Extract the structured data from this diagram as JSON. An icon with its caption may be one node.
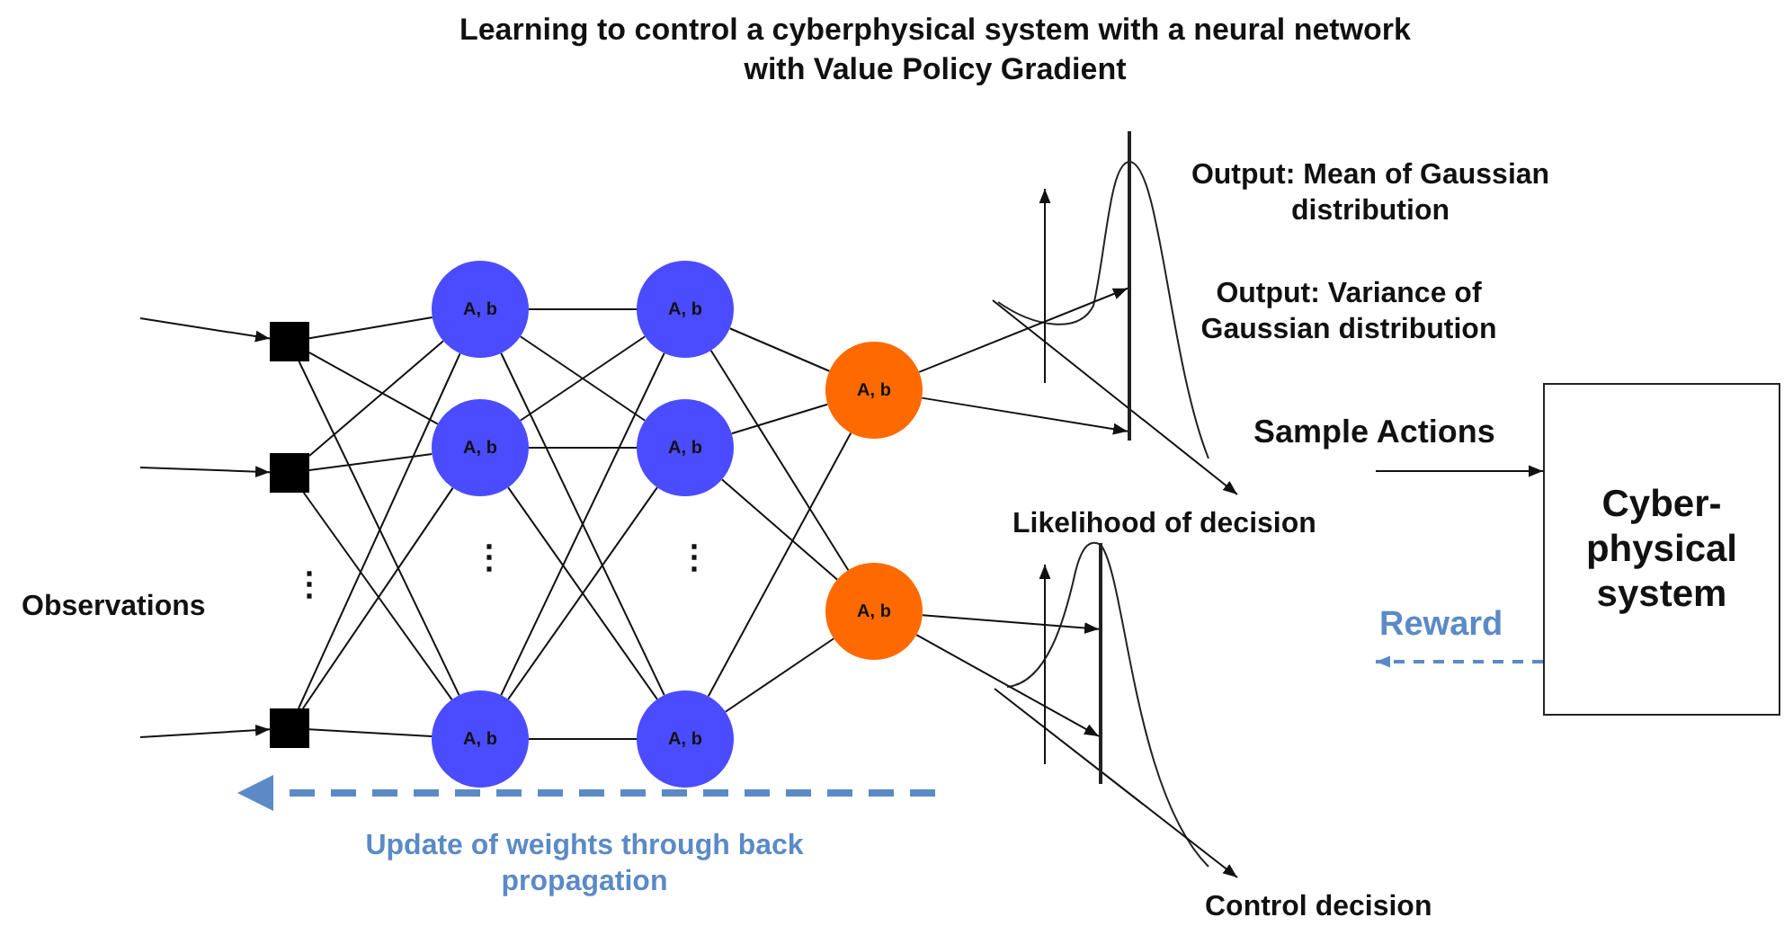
{
  "diagram": {
    "title": "Learning to control a cyberphysical system with a neural network with Value Policy Gradient",
    "nodes": [
      {
        "text": [],
        "shape": "box"
      },
      {
        "text": [],
        "shape": "box"
      },
      {
        "text": [],
        "shape": "box"
      },
      {
        "text": [
          "A, b"
        ]
      },
      {
        "text": [
          "A, b"
        ]
      },
      {
        "text": [
          "A, b"
        ]
      },
      {
        "text": [
          "A, b"
        ]
      },
      {
        "text": [
          "A, b"
        ]
      },
      {
        "text": [
          "A, b"
        ]
      },
      {
        "text": [
          "A, b"
        ]
      },
      {
        "text": [
          "A, b"
        ]
      },
      {
        "text": [
          "Cyber-physical system"
        ]
      },
      {
        "text": [],
        "shape": "bar"
      },
      {
        "text": [],
        "shape": "bar"
      }
    ],
    "edges": [
      {
        "from": null,
        "to": 0,
        "arrow": "to"
      },
      {
        "from": null,
        "to": 1,
        "arrow": "to"
      },
      {
        "from": null,
        "to": 2,
        "arrow": "to"
      },
      {
        "from": 0,
        "to": 3,
        "arrow": "none"
      },
      {
        "from": 0,
        "to": 4,
        "arrow": "none"
      },
      {
        "from": 0,
        "to": 5,
        "arrow": "none"
      },
      {
        "from": 1,
        "to": 3,
        "arrow": "none"
      },
      {
        "from": 1,
        "to": 4,
        "arrow": "none"
      },
      {
        "from": 1,
        "to": 5,
        "arrow": "none"
      },
      {
        "from": 2,
        "to": 3,
        "arrow": "none"
      },
      {
        "from": 2,
        "to": 4,
        "arrow": "none"
      },
      {
        "from": 2,
        "to": 5,
        "arrow": "none"
      },
      {
        "from": 3,
        "to": 6,
        "arrow": "none"
      },
      {
        "from": 3,
        "to": 7,
        "arrow": "none"
      },
      {
        "from": 3,
        "to": 8,
        "arrow": "none"
      },
      {
        "from": 4,
        "to": 6,
        "arrow": "none"
      },
      {
        "from": 4,
        "to": 7,
        "arrow": "none"
      },
      {
        "from": 4,
        "to": 8,
        "arrow": "none"
      },
      {
        "from": 5,
        "to": 6,
        "arrow": "none"
      },
      {
        "from": 5,
        "to": 7,
        "arrow": "none"
      },
      {
        "from": 5,
        "to": 8,
        "arrow": "none"
      },
      {
        "from": 6,
        "to": 9,
        "arrow": "none"
      },
      {
        "from": 6,
        "to": 10,
        "arrow": "none"
      },
      {
        "from": 7,
        "to": 9,
        "arrow": "none"
      },
      {
        "from": 7,
        "to": 10,
        "arrow": "none"
      },
      {
        "from": 8,
        "to": 9,
        "arrow": "none"
      },
      {
        "from": 8,
        "to": 10,
        "arrow": "none"
      },
      {
        "from": 9,
        "to": 12,
        "arrow": "to"
      },
      {
        "from": 9,
        "to": 12,
        "arrow": "to"
      },
      {
        "from": 10,
        "to": 13,
        "arrow": "to"
      },
      {
        "from": 10,
        "to": 13,
        "arrow": "to"
      },
      {
        "from": null,
        "to": 11,
        "arrow": "to",
        "label": "Sample Actions"
      },
      {
        "from": 11,
        "to": null,
        "arrow": "to",
        "label": "Reward",
        "style": "dashed",
        "color": "#5b8ac6"
      }
    ],
    "labels": [
      "Output: Mean of Gaussian distribution",
      "Output: Variance of Gaussian distribution",
      "Likelihood of decision",
      "⋮",
      "⋮",
      "Observations",
      "⋮",
      "Update of weights through back propagation",
      "Control decision"
    ]
  }
}
